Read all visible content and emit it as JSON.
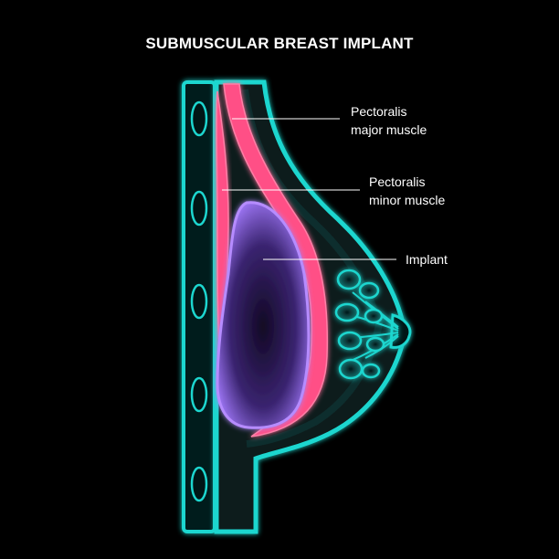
{
  "title": "SUBMUSCULAR BREAST IMPLANT",
  "labels": {
    "pectoralis_major_line1": "Pectoralis",
    "pectoralis_major_line2": "major muscle",
    "pectoralis_minor_line1": "Pectoralis",
    "pectoralis_minor_line2": "minor muscle",
    "implant": "Implant"
  },
  "colors": {
    "background": "#000000",
    "outline": "#1fd6cf",
    "muscle": "#ff4f86",
    "implant": "#9b6cff",
    "text": "#ffffff"
  }
}
